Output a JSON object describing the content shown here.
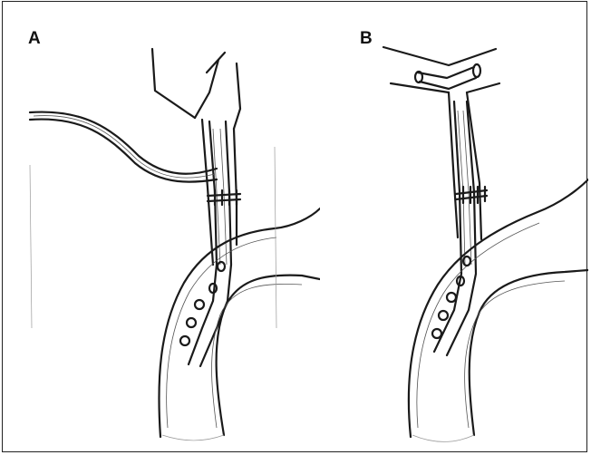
{
  "figure": {
    "panels": [
      {
        "label": "A",
        "description_icon": "t-tube-drain-illustration"
      },
      {
        "label": "B",
        "description_icon": "internal-stent-illustration"
      }
    ]
  }
}
